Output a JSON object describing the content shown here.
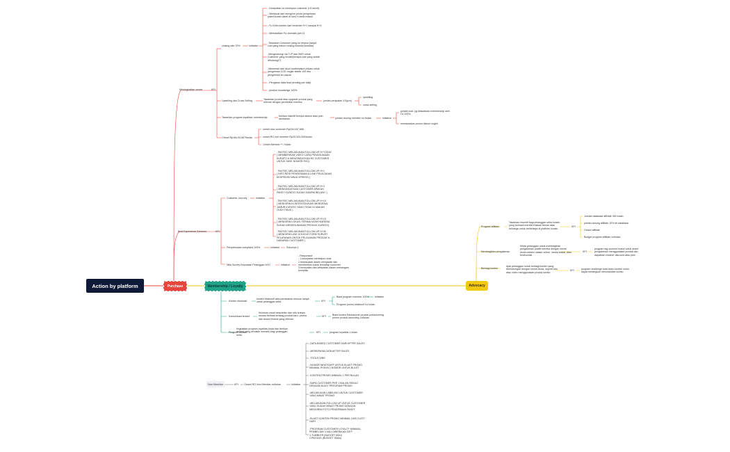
{
  "root": "Action by platform",
  "stages": {
    "purchase": "Purchase",
    "membership": "Membership / Loyalty",
    "advocacy": "Advocacy"
  },
  "purchase": {
    "meningkatkan_omset": "Meningkatkan omset",
    "kpi": "KPI",
    "closing": "closing rate 75%",
    "closing_initiative": "Initiative",
    "closing_items": [
      "- Kecepatan cs merespon customer (<5 menit)",
      "- Membuat dan mengirim photo pengiriman\npaket kurasi (label di kan) H-besti masuk",
      "- Fu Kirim konten dari reminder H+1 sampai H+4",
      "- Memastikan FU otomatis jam 11",
      "-Tekankan Customer yang no respon (tanpa\ncust yang belum closing beserta kendala)",
      "-Menghubungi via TLP dan SMS untuk\nCustomer yang invalid(berapa cust yang sudah\ndihubungi?)",
      "-Memesan dari akun marketplace pokasi untuk\npengiriman COD ongkir diatas 100 ribu\npengiriman ke papua",
      "- Pengisian data lead pending per daily",
      "- product knowledge 100%"
    ],
    "upselling": "Upselling dan Cross Selling",
    "upselling_desc": "Tawarkan produk atau upgrade produk yang\nrelevan dengan pembelian mereka.",
    "upselling_target": "jumlah penjualan  XX(pcs)",
    "upselling_leaves": [
      "upselling",
      "cross selling"
    ],
    "loyalitas": "Tawarkan program loyalitas/ membership",
    "loyalitas_desc": "berikan insentif berupa diskon atau poin\ntambahan",
    "loyalitas_target": "jumlah closing member xx /bulan",
    "loyalitas_initiative": "initiative",
    "loyalitas_items": [
      "jumlah cust. yg ditawarkan membership oleh\nCs 100%",
      "menawarkan promo diskon ongkir"
    ],
    "omset": "Omset Rp164.94.667/bulan",
    "omset_items": [
      "omset new customer Rp194.167.666",
      "omset RO non member Rp33.333.000/bulan",
      "Omset Member ** / bulan"
    ]
  },
  "best_exp": {
    "title": "Best Experience Services",
    "kpi": "KPI",
    "journey": "Customer Journey",
    "journey_initiative": "Initiative",
    "journey_items": [
      "-TIM RSC MELAKUKAN FOLLOW UP H+TODAY\n( MEMBERIKAN VIDEO CARA PENGGUNAAN\nKURATO & MENGINGATKAN KE CUSTOMER\nUNTUK SAVE NOMOR RSC)",
      "-TIM RSC MELAKUKAN FOLLOW UP H+1\n( INFO RESI PENGIRIMAN & LINK PELACAKAN\nEKSPEDISI NINJA XPRESS )",
      "-TIM RSC MELAKUKAN FOLLOW UP H+3\n( MENGINGATKAN CUSTOMER APAKAH\nPAKET KURATO SUDAH SAMPAI BELUM? )",
      "-TIM RSC MELAKUKAN FOLLOW UP H+10\n( MENGIRIM KONTEN EDUKASI MENGENAI\nJAMUR KURATO YANG TIDAK DI MAKAN\nOLEH TIKUS )",
      "-TIM RSC MELAKUKAN FOLLOW UP H+15\n( MENGIRIM LOKASI TERIMA KASIH KARENA\nSUDAH MENGGUNAKAN PRODUK KURATO)",
      "-TIM RSC MELAKUKAN FOLLOW UP H+30\n( MENGIRIM LINK GOOGLE FORM SURVEY\nPELAYANAN UNTUK PELAYANAN PRODUK &\nHARAPAN CUSTOMER )"
    ],
    "complaint": "Penyelesaian complaint 100%",
    "complaint_initiative": "Initiative",
    "complaint_result": "Solusi/ps 1",
    "survey": "Nilai Survey Kepuasan Pelanggan 9/10",
    "survey_initiative": "initiative",
    "survey_desc": "- Response#\n- 1.kecepatan menespon chat\n2.kesesuaian dalam menjawab dan\nmemberikan solusi terhadap customer\n3.kecepatan dan ketepatan dalam menangani\nkomplain"
  },
  "membership": {
    "konten": "Konten eksklusif",
    "konten_desc": "konten eksklusif atau penawaran khusus hanya\nuntuk pelanggan setia.",
    "konten_kpi": "KPI",
    "konten_items": [
      "Blast program member 100%",
      "Program promo eksklusif 1x/ bulan"
    ],
    "konten_initiative": "Initiative",
    "komunikasi": "Komunikasi teratur",
    "komunikasi_desc": "Kirimkan email newsletter dan info terbaru\nsecara berkala tentang produk baru, promo,\ndan acara khusus yang relevan.",
    "komunikasi_kpi": "KPI",
    "komunikasi_result": "Blast konten Edukasi,info produk prelaunching\npromo produk launching 1x/bulan",
    "reward": "Program reward",
    "reward_desc": "tingkatkan program loyalitas Anda dan berikan\nreward yang semakin menarik bagi pelanggan\nsetia.",
    "reward_kpi": "KPI",
    "reward_result": "program loyalitas 1 bulan"
  },
  "non_member": {
    "label": "Non Member",
    "kpi": "KPI",
    "target": "Omset RO Non Member xx/bulan",
    "initiative": "Initiative",
    "items": [
      "-DATA BASED CUSTOMER DARI AFTER SALES",
      "-MERAPIKAN DATA AFTER SALES",
      "-TOOLS WBS",
      "-NOMOR WHATSAPP UNTUK BLAST PROMO\nMINIMAL PUNYA 2 NOMOR UNTUK BLAST",
      "-KONTEN PROMO MINIMAL 1 PER BULAN",
      "-BAPA CUSTOMER PER 1 BULAN SEKALI\nDENGAN BLAST PROGRAM PROMO",
      "-MELAKUKAN LABELING UNTUK CUSTOMER\nYANG MINAT PROMO",
      "-MELAKUKAN FOLLOW UP UNTUK CUSTOMER\nYANG SUDAH MINAT PROMO DENGAN\nMENGIRIM FOTO PENGIRIMAN PAKET",
      "-BLAST KONTEN PROMO MINIMAL 1000 CUST/\nHARI",
      "-PROGRAM CUSTOMER LOYALTY MINIMAL\nPEMBELIAN 3 KALI DIBERIKAN GIFT:\n1.TUMBLER (BUDGET 50rb)\n2.PAYUNG (BUDGET 50rbu)"
    ]
  },
  "advocacy": {
    "affiliate": "Program affiliasi",
    "affiliate_desc": "Tawarkan insentif bagi pelanggan setia kurato\nyang berhasil mereferensikan teman atau\nkeluarga untuk berbelanja di platform kurato.",
    "affiliate_kpi": "KPI",
    "affiliate_items": [
      "Jumlah database affiliate 300 bulan",
      "jumlah closing affiliate 10% dri database",
      "Omset affiliate",
      "Budget program affiliate xx/bulan"
    ],
    "pengalaman": "Membagikan pengalaman",
    "pengalaman_desc": "Minta pelanggan untuk membagikan\npengalaman positif mereka dengan merek\nAnda melalui ulasan online, media sosial, atau\ntestimonial.",
    "pengalaman_kpi": "KPI",
    "pengalaman_result": "program tag-zoomed brand untuk share\npengalaman menggunakan produk dan\ndapatkan voucher discount atau poin",
    "berbagi": "Berbagi konten",
    "berbagi_desc": "Ajak pelanggan untuk berbagi konten yang\nberhubungan dengan merek Anda, seperti foto\natau video menggunakan produk kurato",
    "berbagi_kpi": "KPI",
    "berbagi_result": "program challenge buat video konten untuk\ndapat merangkan merchandise kurato"
  },
  "colors": {
    "purchase": "#e8453c",
    "membership": "#21a38a",
    "advocacy": "#f2c811",
    "root": "#0e1a38"
  }
}
